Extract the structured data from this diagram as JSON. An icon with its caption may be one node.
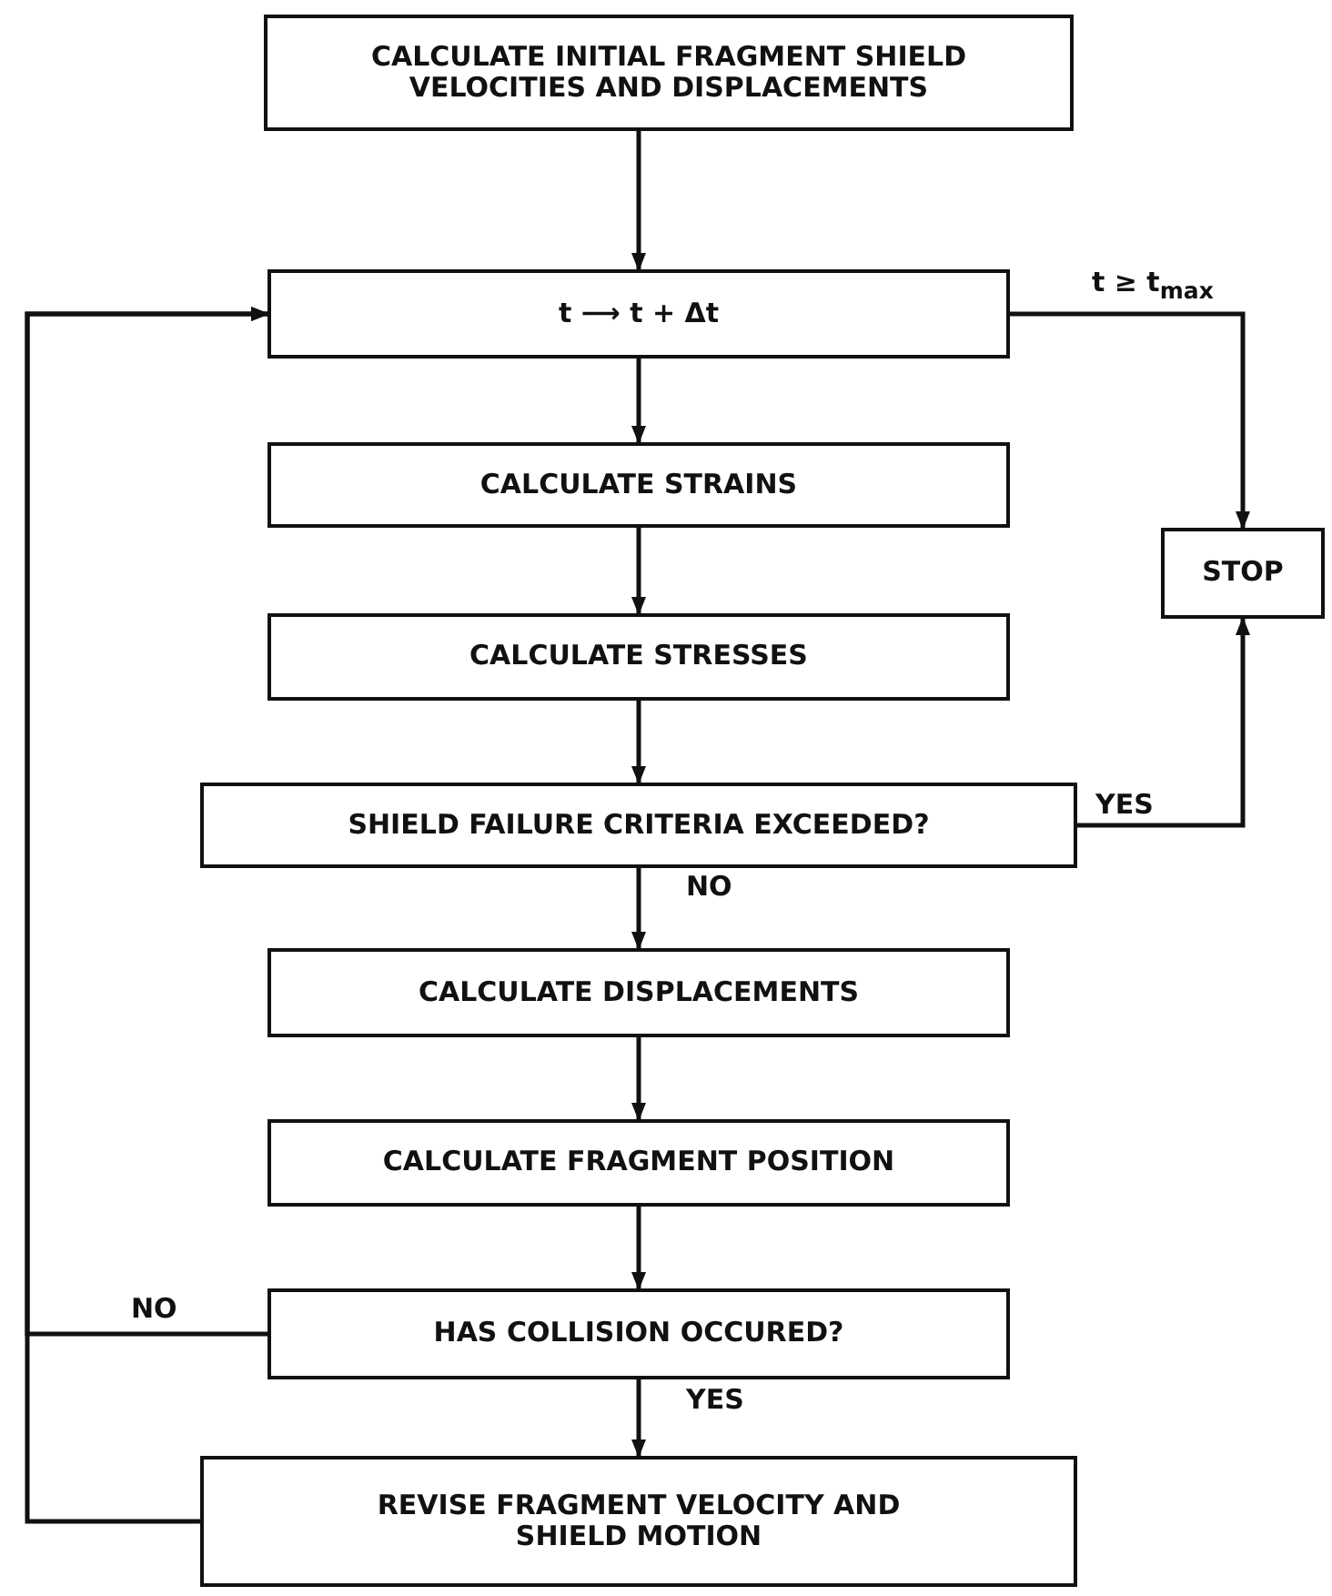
{
  "diagram": {
    "nodes": [
      {
        "text": [
          "CALCULATE INITIAL FRAGMENT SHIELD VELOCITIES AND DISPLACEMENTS"
        ]
      },
      {
        "text": [
          "t ⟶ t + Δt"
        ]
      },
      {
        "text": [
          "CALCULATE STRAINS"
        ]
      },
      {
        "text": [
          "CALCULATE STRESSES"
        ]
      },
      {
        "text": [
          "SHIELD FAILURE CRITERIA EXCEEDED?"
        ]
      },
      {
        "text": [
          "CALCULATE DISPLACEMENTS"
        ]
      },
      {
        "text": [
          "CALCULATE FRAGMENT POSITION"
        ]
      },
      {
        "text": [
          "HAS COLLISION OCCURED?"
        ]
      },
      {
        "text": [
          "REVISE FRAGMENT VELOCITY AND SHIELD MOTION"
        ]
      },
      {
        "text": [
          "STOP"
        ]
      }
    ],
    "edges": [
      {
        "from": 0,
        "to": 1,
        "arrow": "to"
      },
      {
        "from": 1,
        "to": 9,
        "arrow": "to",
        "label": "t ≥ t$_{max}$"
      },
      {
        "from": 1,
        "to": 2,
        "arrow": "to"
      },
      {
        "from": 2,
        "to": 3,
        "arrow": "to"
      },
      {
        "from": 3,
        "to": 4,
        "arrow": "to"
      },
      {
        "from": 4,
        "to": 9,
        "arrow": "to",
        "label": "YES"
      },
      {
        "from": 4,
        "to": 5,
        "arrow": "to",
        "label": "NO"
      },
      {
        "from": 5,
        "to": 6,
        "arrow": "to"
      },
      {
        "from": 6,
        "to": 7,
        "arrow": "to"
      },
      {
        "from": 7,
        "to": 1,
        "arrow": "to",
        "label": "NO"
      },
      {
        "from": 7,
        "to": 8,
        "arrow": "to",
        "label": "YES"
      },
      {
        "from": 8,
        "to": 1,
        "arrow": "to"
      }
    ]
  }
}
